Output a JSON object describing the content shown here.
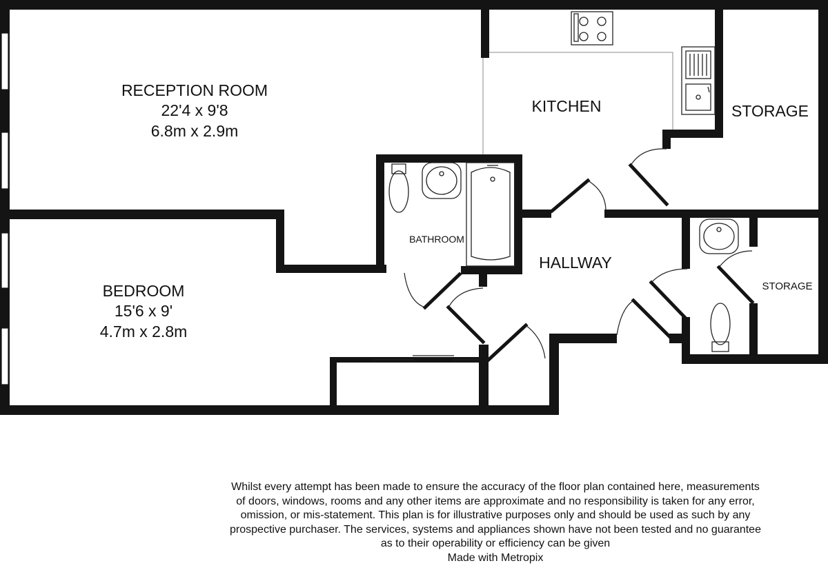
{
  "rooms": {
    "reception": {
      "name": "RECEPTION ROOM",
      "size_imperial": "22'4 x 9'8",
      "size_metric": "6.8m x 2.9m"
    },
    "kitchen": {
      "name": "KITCHEN"
    },
    "storage_main": {
      "name": "STORAGE"
    },
    "bathroom": {
      "name": "BATHROOM"
    },
    "hallway": {
      "name": "HALLWAY"
    },
    "bedroom": {
      "name": "BEDROOM",
      "size_imperial": "15'6 x 9'",
      "size_metric": "4.7m x 2.8m"
    },
    "storage_small": {
      "name": "STORAGE"
    }
  },
  "disclaimer": {
    "lines": [
      "Whilst every attempt has been made to ensure the accuracy of the floor plan contained here, measurements",
      "of doors, windows, rooms and any other items are approximate and no responsibility is taken for any error,",
      "omission, or mis-statement. This plan is for illustrative purposes only and should be used as such by any",
      "prospective purchaser. The services, systems and appliances shown have not been tested and no guarantee",
      "as to their operability or efficiency can be given"
    ],
    "credit": "Made with Metropix"
  }
}
